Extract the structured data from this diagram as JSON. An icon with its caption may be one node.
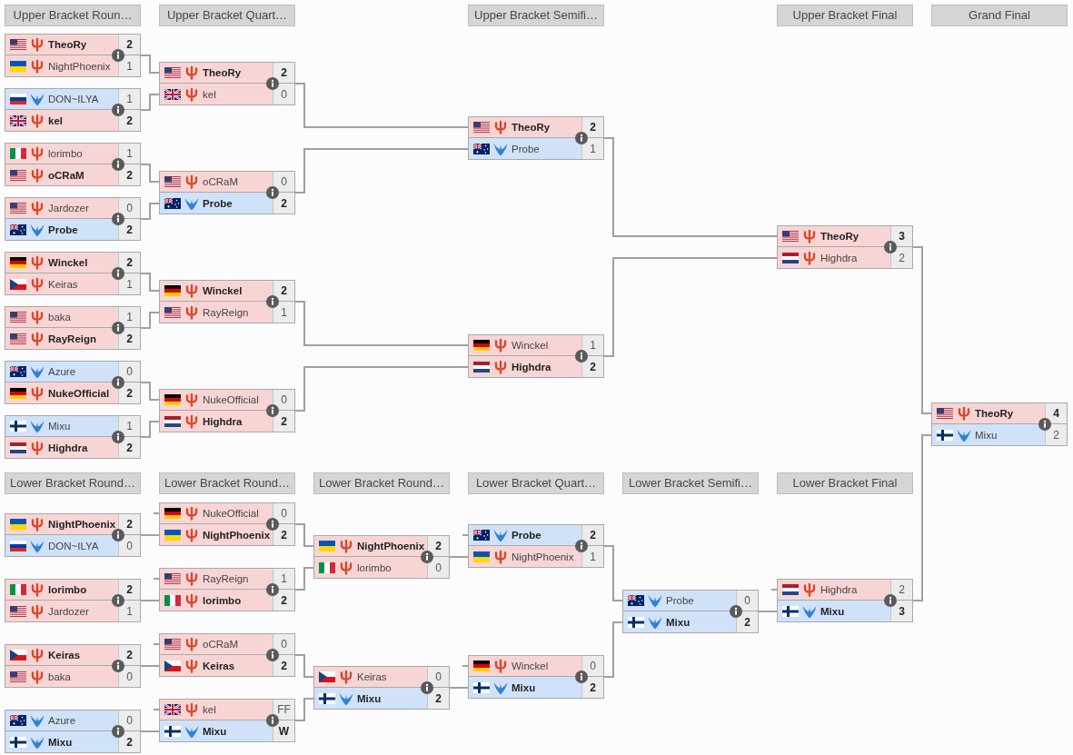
{
  "diagram": {
    "nodes": [
      {
        "text": [
          "Upper Bracket Roun…"
        ]
      },
      {
        "text": [
          "Upper Bracket Quart…"
        ]
      },
      {
        "text": [
          "Upper Bracket Semifi…"
        ]
      },
      {
        "text": [
          "Upper Bracket Final"
        ]
      },
      {
        "text": [
          "Grand Final"
        ]
      },
      {
        "text": [
          "TheoRy",
          "2",
          "NightPhoenix",
          "1"
        ]
      },
      {
        "text": [
          "DON~ILYA",
          "1",
          "kel",
          "2"
        ]
      },
      {
        "text": [
          "lorimbo",
          "1",
          "oCRaM",
          "2"
        ]
      },
      {
        "text": [
          "Jardozer",
          "0",
          "Probe",
          "2"
        ]
      },
      {
        "text": [
          "Winckel",
          "2",
          "Keiras",
          "1"
        ]
      },
      {
        "text": [
          "baka",
          "1",
          "RayReign",
          "2"
        ]
      },
      {
        "text": [
          "Azure",
          "0",
          "NukeOfficial",
          "2"
        ]
      },
      {
        "text": [
          "Mixu",
          "1",
          "Highdra",
          "2"
        ]
      },
      {
        "text": [
          "TheoRy",
          "2",
          "kel",
          "0"
        ]
      },
      {
        "text": [
          "oCRaM",
          "0",
          "Probe",
          "2"
        ]
      },
      {
        "text": [
          "Winckel",
          "2",
          "RayReign",
          "1"
        ]
      },
      {
        "text": [
          "NukeOfficial",
          "0",
          "Highdra",
          "2"
        ]
      },
      {
        "text": [
          "TheoRy",
          "2",
          "Probe",
          "1"
        ]
      },
      {
        "text": [
          "Winckel",
          "1",
          "Highdra",
          "2"
        ]
      },
      {
        "text": [
          "TheoRy",
          "3",
          "Highdra",
          "2"
        ]
      },
      {
        "text": [
          "TheoRy",
          "4",
          "Mixu",
          "2"
        ]
      },
      {
        "text": [
          "Lower Bracket Round…"
        ]
      },
      {
        "text": [
          "Lower Bracket Round…"
        ]
      },
      {
        "text": [
          "Lower Bracket Round…"
        ]
      },
      {
        "text": [
          "Lower Bracket Quart…"
        ]
      },
      {
        "text": [
          "Lower Bracket Semifi…"
        ]
      },
      {
        "text": [
          "Lower Bracket Final"
        ]
      },
      {
        "text": [
          "NightPhoenix",
          "2",
          "DON~ILYA",
          "0"
        ]
      },
      {
        "text": [
          "lorimbo",
          "2",
          "Jardozer",
          "1"
        ]
      },
      {
        "text": [
          "Keiras",
          "2",
          "baka",
          "0"
        ]
      },
      {
        "text": [
          "Azure",
          "0",
          "Mixu",
          "2"
        ]
      },
      {
        "text": [
          "NukeOfficial",
          "0",
          "NightPhoenix",
          "2"
        ]
      },
      {
        "text": [
          "RayReign",
          "1",
          "lorimbo",
          "2"
        ]
      },
      {
        "text": [
          "oCRaM",
          "0",
          "Keiras",
          "2"
        ]
      },
      {
        "text": [
          "kel",
          "FF",
          "Mixu",
          "W"
        ]
      },
      {
        "text": [
          "NightPhoenix",
          "2",
          "lorimbo",
          "0"
        ]
      },
      {
        "text": [
          "Keiras",
          "0",
          "Mixu",
          "2"
        ]
      },
      {
        "text": [
          "Probe",
          "2",
          "NightPhoenix",
          "1"
        ]
      },
      {
        "text": [
          "Winckel",
          "0",
          "Mixu",
          "2"
        ]
      },
      {
        "text": [
          "Probe",
          "0",
          "Mixu",
          "2"
        ]
      },
      {
        "text": [
          "Highdra",
          "2",
          "Mixu",
          "3"
        ]
      }
    ],
    "edges": [
      {
        "from": 5,
        "to": 13,
        "arrow": "none"
      },
      {
        "from": 6,
        "to": 13,
        "arrow": "none"
      },
      {
        "from": 7,
        "to": 14,
        "arrow": "none"
      },
      {
        "from": 8,
        "to": 14,
        "arrow": "none"
      },
      {
        "from": 9,
        "to": 15,
        "arrow": "none"
      },
      {
        "from": 10,
        "to": 15,
        "arrow": "none"
      },
      {
        "from": 11,
        "to": 16,
        "arrow": "none"
      },
      {
        "from": 12,
        "to": 16,
        "arrow": "none"
      },
      {
        "from": 13,
        "to": 17,
        "arrow": "none"
      },
      {
        "from": 14,
        "to": 17,
        "arrow": "none"
      },
      {
        "from": 15,
        "to": 18,
        "arrow": "none"
      },
      {
        "from": 16,
        "to": 18,
        "arrow": "none"
      },
      {
        "from": 17,
        "to": 19,
        "arrow": "none"
      },
      {
        "from": 18,
        "to": 19,
        "arrow": "none"
      },
      {
        "from": 19,
        "to": 20,
        "arrow": "none"
      },
      {
        "from": null,
        "to": 31,
        "arrow": "none"
      },
      {
        "from": 27,
        "to": 31,
        "arrow": "none"
      },
      {
        "from": null,
        "to": 32,
        "arrow": "none"
      },
      {
        "from": 28,
        "to": 32,
        "arrow": "none"
      },
      {
        "from": null,
        "to": 33,
        "arrow": "none"
      },
      {
        "from": 29,
        "to": 33,
        "arrow": "none"
      },
      {
        "from": null,
        "to": 34,
        "arrow": "none"
      },
      {
        "from": 30,
        "to": 34,
        "arrow": "none"
      },
      {
        "from": 31,
        "to": 35,
        "arrow": "none"
      },
      {
        "from": 32,
        "to": 35,
        "arrow": "none"
      },
      {
        "from": 33,
        "to": 36,
        "arrow": "none"
      },
      {
        "from": 34,
        "to": 36,
        "arrow": "none"
      },
      {
        "from": null,
        "to": 37,
        "arrow": "none"
      },
      {
        "from": 35,
        "to": 37,
        "arrow": "none"
      },
      {
        "from": null,
        "to": 38,
        "arrow": "none"
      },
      {
        "from": 36,
        "to": 38,
        "arrow": "none"
      },
      {
        "from": 37,
        "to": 39,
        "arrow": "none"
      },
      {
        "from": 38,
        "to": 39,
        "arrow": "none"
      },
      {
        "from": null,
        "to": 40,
        "arrow": "none"
      },
      {
        "from": 39,
        "to": 40,
        "arrow": "none"
      },
      {
        "from": 40,
        "to": 20,
        "arrow": "none"
      }
    ]
  }
}
